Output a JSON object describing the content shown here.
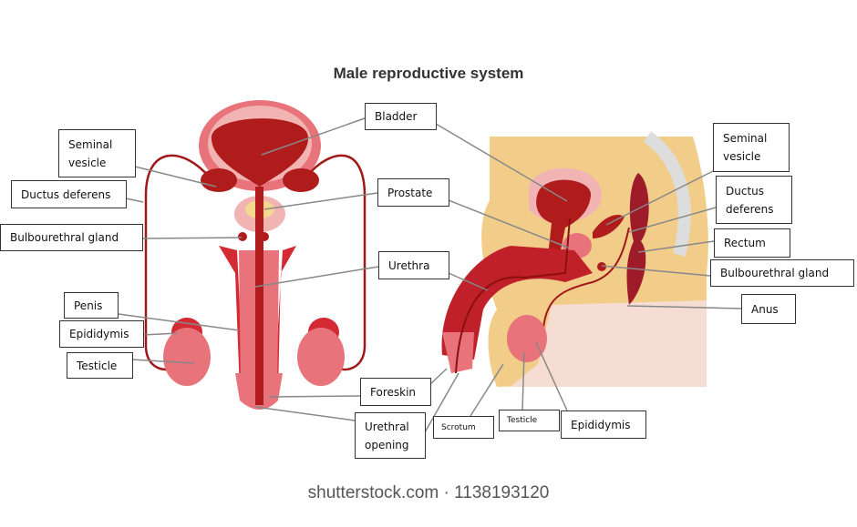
{
  "title": "Male reproductive system",
  "watermark": "shutterstock.com · 1138193120",
  "front_view_labels": {
    "seminal_vesicle": "Seminal\nvesicle",
    "ductus_deferens": "Ductus deferens",
    "bulbourethral_gland": "Bulbourethral gland",
    "penis": "Penis",
    "epididymis": "Epididymis",
    "testicle": "Testicle",
    "bladder": "Bladder",
    "prostate": "Prostate",
    "urethra": "Urethra",
    "foreskin": "Foreskin",
    "urethral_opening": "Urethral\nopening"
  },
  "side_view_labels": {
    "scrotum": "Scrotum",
    "testicle": "Testicle",
    "epididymis": "Epididymis",
    "seminal_vesicle": "Seminal\nvesicle",
    "ductus_deferens": "Ductus\ndeferens",
    "rectum": "Rectum",
    "bulbourethral_gland": "Bulbourethral gland",
    "anus": "Anus"
  },
  "colors": {
    "dark_red": "#b01c1c",
    "red": "#d42a34",
    "pink": "#e8737a",
    "light_pink": "#f2b3b3",
    "tan": "#f2cd8a",
    "skin": "#f6ddd3",
    "leader": "#888888"
  }
}
